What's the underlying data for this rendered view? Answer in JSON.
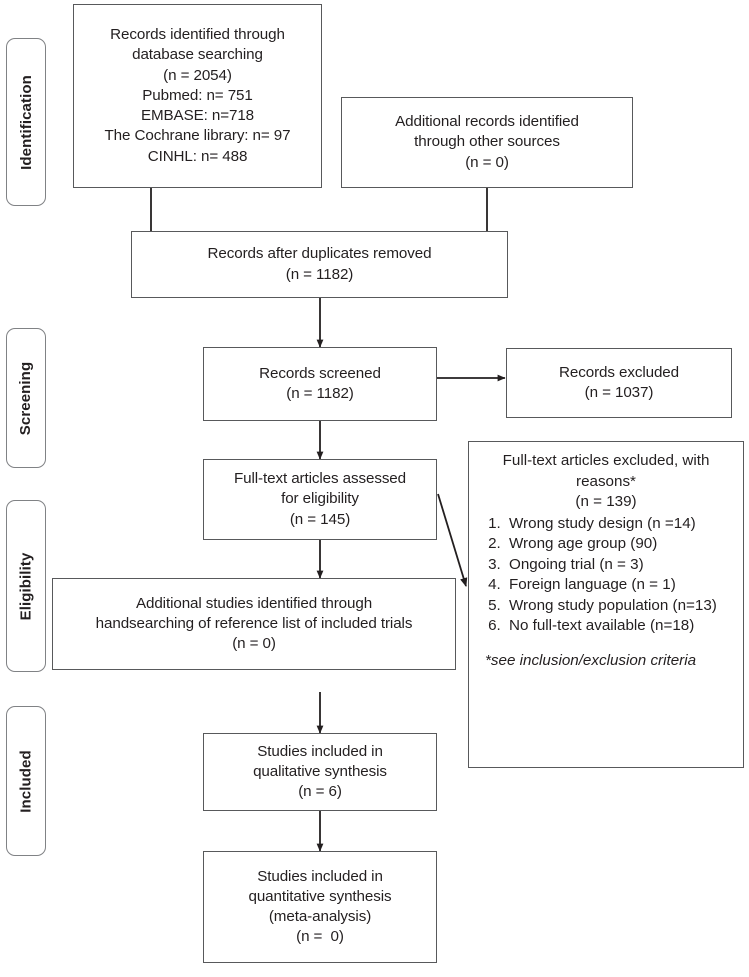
{
  "diagram": {
    "type": "prisma-flow-diagram",
    "stages": [
      {
        "id": "identification",
        "label": "Identification"
      },
      {
        "id": "screening",
        "label": "Screening"
      },
      {
        "id": "eligibility",
        "label": "Eligibility"
      },
      {
        "id": "included",
        "label": "Included"
      }
    ],
    "boxes": {
      "records_identified": {
        "lines": [
          "Records identified through",
          "database searching",
          "(n = 2054)",
          "Pubmed: n= 751",
          "EMBASE: n=718",
          "The Cochrane library: n= 97",
          "CINHL: n= 488"
        ],
        "count": 2054,
        "sources": [
          {
            "name": "Pubmed",
            "n": 751
          },
          {
            "name": "EMBASE",
            "n": 718
          },
          {
            "name": "The Cochrane library",
            "n": 97
          },
          {
            "name": "CINHL",
            "n": 488
          }
        ]
      },
      "additional_records": {
        "lines": [
          "Additional records identified",
          "through other sources",
          "(n = 0)"
        ],
        "count": 0
      },
      "after_duplicates": {
        "lines": [
          "Records after duplicates removed",
          "(n = 1182)"
        ],
        "count": 1182
      },
      "records_screened": {
        "lines": [
          "Records screened",
          "(n = 1182)"
        ],
        "count": 1182
      },
      "records_excluded": {
        "lines": [
          "Records excluded",
          "(n = 1037)"
        ],
        "count": 1037
      },
      "fulltext_assessed": {
        "lines": [
          "Full-text articles assessed",
          "for eligibility",
          "(n = 145)"
        ],
        "count": 145
      },
      "additional_studies": {
        "lines": [
          "Additional studies identified through",
          "handsearching of reference list of included trials",
          "(n = 0)"
        ],
        "count": 0
      },
      "qualitative": {
        "lines": [
          "Studies included in",
          "qualitative synthesis",
          "(n = 6)"
        ],
        "count": 6
      },
      "quantitative": {
        "lines": [
          "Studies included in",
          "quantitative synthesis",
          "(meta-analysis)",
          "(n =  0)"
        ],
        "count": 0
      },
      "fulltext_excluded": {
        "heading": "Full-text articles excluded, with\nreasons*\n(n = 139)",
        "count": 139,
        "reasons": [
          "Wrong study design (n =14)",
          "Wrong age group (90)",
          "Ongoing trial (n = 3)",
          "Foreign language (n = 1)",
          "Wrong study population (n=13)",
          "No full-text available (n=18)"
        ],
        "footnote": "*see inclusion/exclusion criteria"
      }
    },
    "colors": {
      "box_border": "#58595b",
      "stage_border": "#808285",
      "text": "#231f20",
      "connector": "#231f20",
      "background": "#ffffff"
    }
  }
}
